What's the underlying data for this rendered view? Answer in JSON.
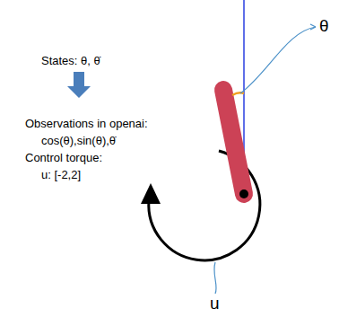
{
  "diagram": {
    "labels": [
      "States: θ, θ̇",
      "Observations in openai:",
      "cos(θ),sin(θ),θ̇",
      "Control torque:",
      "u: [-2,2]",
      "θ",
      "u"
    ]
  }
}
